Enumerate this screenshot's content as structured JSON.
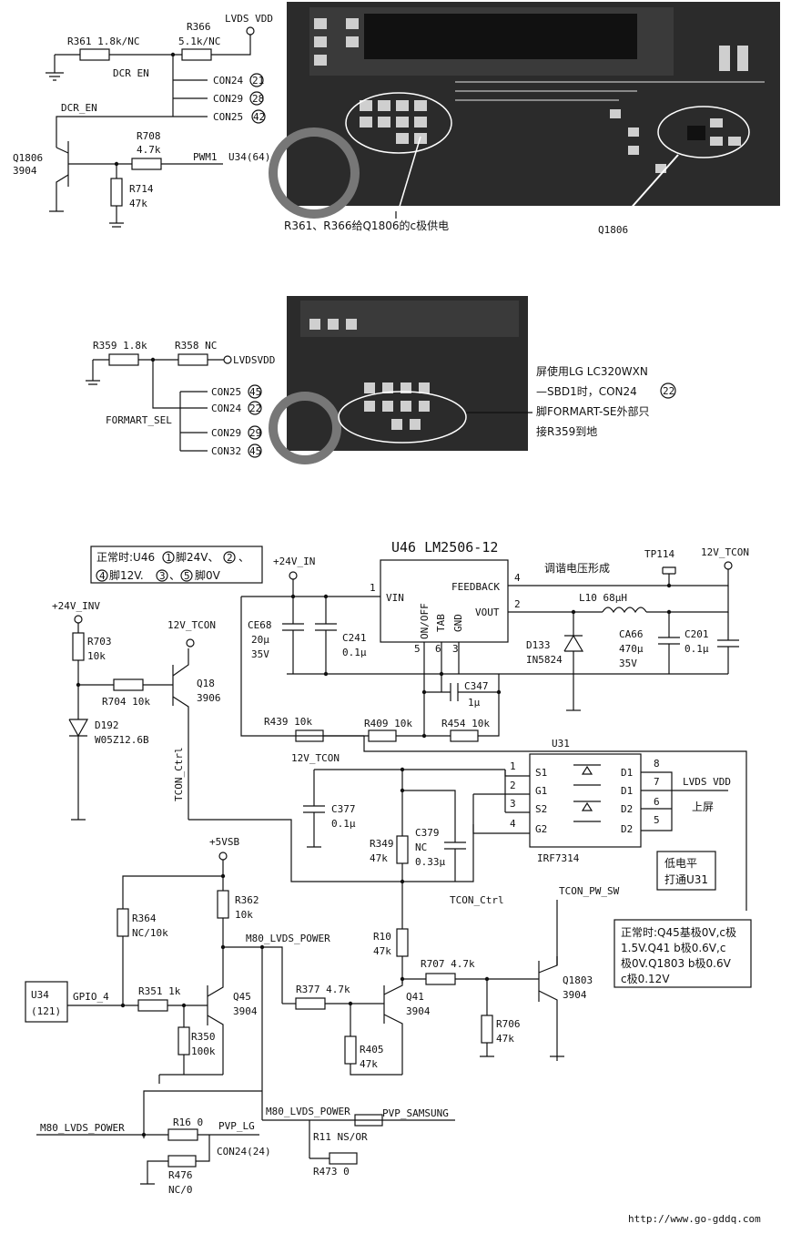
{
  "sec1": {
    "r361": "R361 1.8k/NC",
    "r366": "R366",
    "r366v": "5.1k/NC",
    "lvds_vdd": "LVDS VDD",
    "dcr_en1": "DCR EN",
    "dcr_en2": "DCR_EN",
    "con24": "CON24",
    "con24n": "21",
    "con29": "CON29",
    "con29n": "28",
    "con25": "CON25",
    "con25n": "42",
    "q1806": "Q1806",
    "q1806t": "3904",
    "r708": "R708",
    "r708v": "4.7k",
    "pwm1": "PWM1",
    "u34": "U34(64)",
    "r714": "R714",
    "r714v": "47k",
    "photo_caption": "R361、R366给Q1806的c极供电",
    "photo_q": "Q1806"
  },
  "sec2": {
    "r359": "R359 1.8k",
    "r358": "R358 NC",
    "lvdsvdd": "LVDSVDD",
    "con25": "CON25",
    "con25n": "45",
    "con24": "CON24",
    "con24n": "22",
    "con29": "CON29",
    "con29n": "29",
    "con32": "CON32",
    "con32n": "45",
    "formart": "FORMART_SEL",
    "note1": "屏使用LG LC320WXN",
    "note2a": "—SBD1时，CON24",
    "note2n": "22",
    "note3": "脚FORMART-SE外部只",
    "note4": "接R359到地"
  },
  "sec3": {
    "note_a": "正常时:U46",
    "note_a1": "1",
    "note_a2": "脚24V、",
    "note_a3": "2",
    "note_a4": "、",
    "note_b1": "4",
    "note_b2": "脚12V.",
    "note_b3": "3",
    "note_b4": "、",
    "note_b5": "5",
    "note_b6": "脚0V",
    "u46": "U46 LM2506-12",
    "p24in": "+24V_IN",
    "vin": "VIN",
    "feedback": "FEEDBACK",
    "vout": "VOUT",
    "onoff": "ON/OFF",
    "tab": "TAB",
    "gnd": "GND",
    "pin1": "1",
    "pin4": "4",
    "pin2": "2",
    "pin5": "5",
    "pin6": "6",
    "pin3": "3",
    "tiaoxie": "调谐电压形成",
    "tp114": "TP114",
    "t12": "12V_TCON",
    "l10": "L10 68μH",
    "ce68": "CE68",
    "ce68v": "20μ",
    "ce68u": "35V",
    "c241": "C241",
    "c241v": "0.1μ",
    "d133": "D133",
    "d133t": "IN5824",
    "ca66": "CA66",
    "ca66v": "470μ",
    "ca66u": "35V",
    "c201": "C201",
    "c201v": "0.1μ",
    "c347": "C347",
    "c347v": "1μ",
    "r439": "R439 10k",
    "r409": "R409 10k",
    "r454": "R454 10k",
    "p24inv": "+24V_INV",
    "r703": "R703",
    "r703v": "10k",
    "r704": "R704 10k",
    "q18": "Q18",
    "q18t": "3906",
    "t12b": "12V_TCON",
    "d192": "D192",
    "d192t": "W05Z12.6B",
    "tcon_ctrl": "TCON_Ctrl",
    "t12c": "12V_TCON",
    "c377": "C377",
    "c377v": "0.1μ",
    "r349": "R349",
    "r349v": "47k",
    "c379": "C379",
    "c379n": "NC",
    "c379v": "0.33μ",
    "u31": "U31",
    "s1": "S1",
    "g1": "G1",
    "s2": "S2",
    "g2": "G2",
    "d1a": "D1",
    "d1b": "D1",
    "d2a": "D2",
    "d2b": "D2",
    "u31p1": "1",
    "u31p2": "2",
    "u31p3": "3",
    "u31p4": "4",
    "u31p8": "8",
    "u31p7": "7",
    "u31p6": "6",
    "u31p5": "5",
    "irf": "IRF7314",
    "lvds_vdd": "LVDS VDD",
    "shangping": "上屏",
    "low1": "低电平",
    "low2": "打通U31",
    "tcon_ctrl2": "TCON_Ctrl",
    "tcon_pw": "TCON_PW_SW"
  },
  "sec4": {
    "p5vsb": "+5VSB",
    "r364": "R364",
    "r364v": "NC/10k",
    "r362": "R362",
    "r362v": "10k",
    "m80": "M80_LVDS_POWER",
    "r10": "R10",
    "r10v": "47k",
    "r707": "R707 4.7k",
    "q1803": "Q1803",
    "q1803t": "3904",
    "note1": "正常时:Q45基极0V,c极",
    "note2": "1.5V.Q41 b极0.6V,c",
    "note3": "极0V.Q1803 b极0.6V",
    "note4": "c极0.12V",
    "u34": "U34",
    "u34n": "(121)",
    "gpio": "GPIO_4",
    "r351": "R351 1k",
    "q45": "Q45",
    "q45t": "3904",
    "r377": "R377 4.7k",
    "q41": "Q41",
    "q41t": "3904",
    "r706": "R706",
    "r706v": "47k",
    "r350": "R350",
    "r350v": "100k",
    "r405": "R405",
    "r405v": "47k",
    "m80b": "M80_LVDS_POWER",
    "pvp_samsung": "PVP_SAMSUNG",
    "m80c": "M80_LVDS_POWER",
    "r16": "R16 0",
    "pvp_lg": "PVP_LG",
    "con24": "CON24(24)",
    "r476": "R476",
    "r476v": "NC/0",
    "r11": "R11 NS/OR",
    "r473": "R473 0"
  },
  "footer": {
    "url": "http://www.go-gddq.com"
  }
}
